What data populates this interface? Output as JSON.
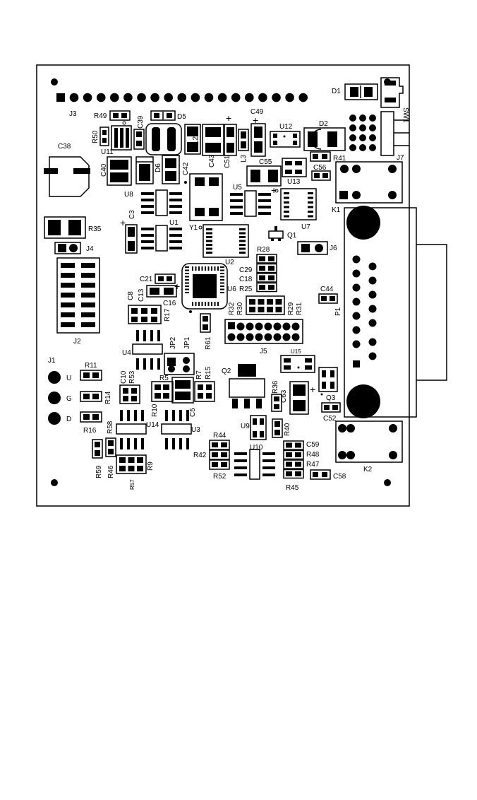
{
  "board": {
    "stroke_color": "#000000",
    "fill_color": "#ffffff",
    "pad_color": "#000000"
  },
  "labels": {
    "D1": "D1",
    "SW1": "SW1",
    "J3": "J3",
    "R49": "R49",
    "D5": "D5",
    "C39": "C39",
    "R50": "R50",
    "U11": "U11",
    "C38": "C38",
    "C40": "C40",
    "D6": "D6",
    "C42": "C42",
    "L2": "L2",
    "C43": "C43",
    "C51": "C51",
    "L3": "L3",
    "C49": "C49",
    "U12": "U12",
    "D2": "D2",
    "R41": "R41",
    "J7": "J7",
    "C55": "C55",
    "U13": "U13",
    "C56": "C56",
    "U8": "U8",
    "U5": "U5",
    "U7": "U7",
    "K1": "K1",
    "C3": "C3",
    "U1": "U1",
    "Y1": "Y1",
    "R35": "R35",
    "J4": "J4",
    "U2": "U2",
    "Q1": "Q1",
    "J6": "J6",
    "R28": "R28",
    "C29": "C29",
    "C18": "C18",
    "R25": "R25",
    "C21": "C21",
    "U6": "U6",
    "C8": "C8",
    "C13": "C13",
    "C16": "C16",
    "R17": "R17",
    "R32": "R32",
    "R30": "R30",
    "R29": "R29",
    "R31": "R31",
    "C44": "C44",
    "P1": "P1",
    "J2": "J2",
    "R61": "R61",
    "J5": "J5",
    "U4": "U4",
    "JP2": "JP2",
    "JP1": "JP1",
    "U15": "U15",
    "J1": "J1",
    "U": "U",
    "G": "G",
    "D": "D",
    "R11": "R11",
    "C10": "C10",
    "R53": "R53",
    "R5": "R5",
    "R7": "R7",
    "R15": "R15",
    "Q2": "Q2",
    "R36": "R36",
    "C63": "C63",
    "Q3": "Q3",
    "R14": "R14",
    "R10": "R10",
    "C5": "C5",
    "C52": "C52",
    "R16": "R16",
    "R58": "R58",
    "U14": "U14",
    "U3": "U3",
    "U9": "U9",
    "R40": "R40",
    "R44": "R44",
    "U10": "U10",
    "C59": "C59",
    "R48": "R48",
    "R42": "R42",
    "R47": "R47",
    "C58": "C58",
    "R59": "R59",
    "R46": "R46",
    "R9": "R9",
    "R52": "R52",
    "R45": "R45",
    "K2": "K2",
    "R57": "R57"
  }
}
